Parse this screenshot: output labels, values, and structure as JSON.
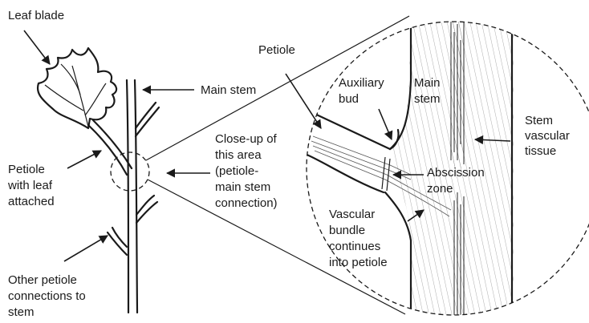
{
  "labels": {
    "leaf_blade": "Leaf blade",
    "main_stem_left": "Main stem",
    "petiole_leaf": [
      "Petiole",
      "with leaf",
      "attached"
    ],
    "other_petiole": [
      "Other petiole",
      "connections to",
      "stem"
    ],
    "closeup": [
      "Close-up of",
      "this area",
      "(petiole-",
      "main stem",
      "connection)"
    ],
    "petiole_zoom": "Petiole",
    "auxiliary_bud": [
      "Auxiliary",
      "bud"
    ],
    "main_stem_zoom": [
      "Main",
      "stem"
    ],
    "stem_vascular": [
      "Stem",
      "vascular",
      "tissue"
    ],
    "abscission": [
      "Abscission",
      "zone"
    ],
    "vascular_bundle": [
      "Vascular",
      "bundle",
      "continues",
      "into petiole"
    ]
  },
  "icons": [
    "arrow-icon",
    "leaf-illustration",
    "magnifier-circle"
  ]
}
